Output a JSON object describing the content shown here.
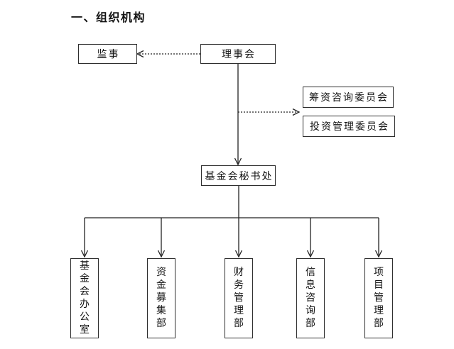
{
  "page": {
    "title": "一、组织机构"
  },
  "org_chart": {
    "type": "org-flowchart",
    "supervisor": {
      "label": "监事"
    },
    "board": {
      "label": "理事会"
    },
    "fundraising_committee": {
      "label": "筹资咨询委员会"
    },
    "investment_committee": {
      "label": "投资管理委员会"
    },
    "secretariat": {
      "label": "基金会秘书处"
    },
    "departments": [
      {
        "label": "基金会办公室"
      },
      {
        "label": "资金募集部"
      },
      {
        "label": "财务管理部"
      },
      {
        "label": "信息咨询部"
      },
      {
        "label": "项目管理部"
      }
    ],
    "edges": [
      {
        "from": "理事会",
        "to": "监事",
        "style": "dotted-arrow"
      },
      {
        "from": "理事会",
        "to": "筹资咨询委员会/投资管理委员会",
        "style": "dotted-arrow"
      },
      {
        "from": "理事会",
        "to": "基金会秘书处",
        "style": "solid-arrow"
      },
      {
        "from": "基金会秘书处",
        "to": "基金会办公室",
        "style": "solid-arrow"
      },
      {
        "from": "基金会秘书处",
        "to": "资金募集部",
        "style": "solid-arrow"
      },
      {
        "from": "基金会秘书处",
        "to": "财务管理部",
        "style": "solid-arrow"
      },
      {
        "from": "基金会秘书处",
        "to": "信息咨询部",
        "style": "solid-arrow"
      },
      {
        "from": "基金会秘书处",
        "to": "项目管理部",
        "style": "solid-arrow"
      }
    ],
    "colors": {
      "line": "#222222",
      "box_border": "#2e2e2e",
      "background": "#ffffff",
      "text": "#141414"
    }
  }
}
